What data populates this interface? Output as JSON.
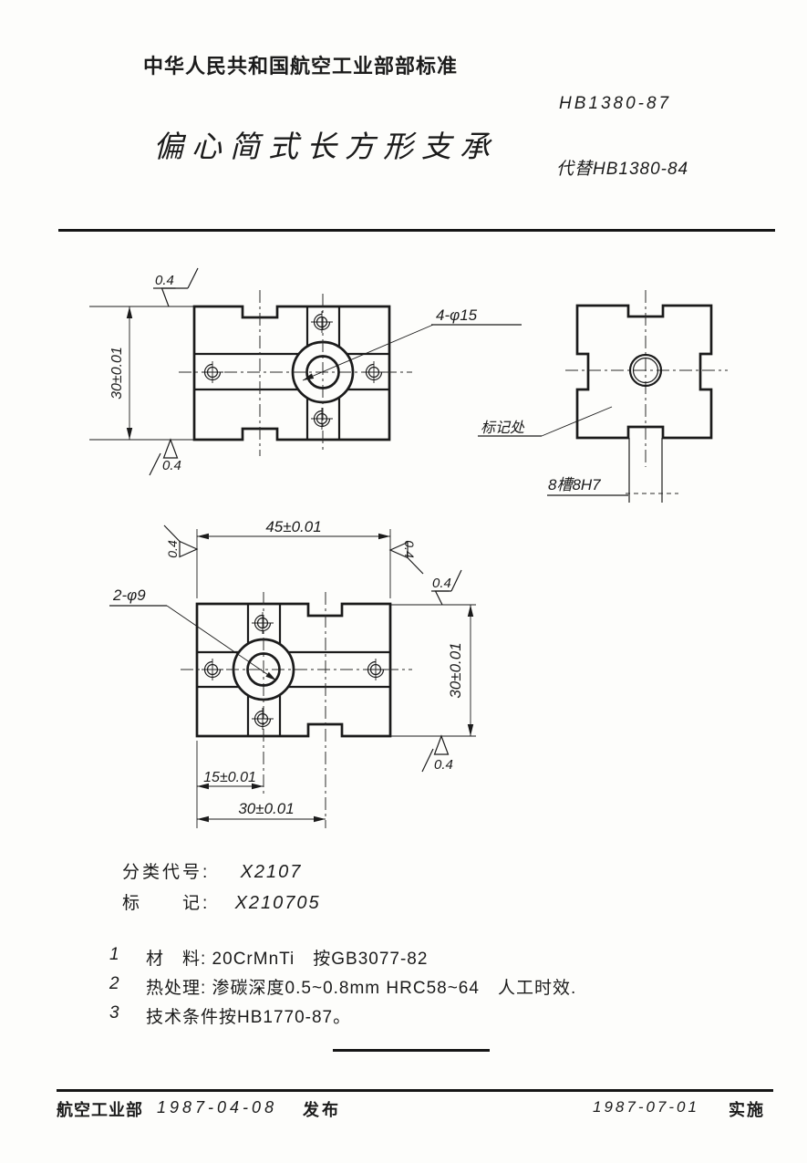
{
  "header": {
    "standard_body": "中华人民共和国航空工业部部标准",
    "std_no": "HB1380-87",
    "title": "偏心简式长方形支承",
    "replaces": "代替HB1380-84"
  },
  "views": {
    "front": {
      "height_dim": "30±0.01",
      "hole_label": "4-φ15",
      "finish": "0.4"
    },
    "side": {
      "slot_dim": "8槽8H7",
      "mark_label": "标记处"
    },
    "top": {
      "width_dim": "45±0.01",
      "height_dim": "30±0.01",
      "hole_offset_dim": "15±0.01",
      "slot_offset_dim": "30±0.01",
      "hole_label": "2-φ9",
      "finish": "0.4"
    }
  },
  "classification": {
    "label": "分类代号:",
    "value": "X2107"
  },
  "marking": {
    "label": "标　　记:",
    "value": "X210705"
  },
  "notes": [
    {
      "no": "1",
      "text": "材　料: 20CrMnTi　按GB3077-82"
    },
    {
      "no": "2",
      "text": "热处理: 渗碳深度0.5~0.8mm HRC58~64　人工时效."
    },
    {
      "no": "3",
      "text": "技术条件按HB1770-87。"
    }
  ],
  "footer": {
    "org": "航空工业部",
    "issue_date": "1987-04-08",
    "issue_label": "发布",
    "impl_date": "1987-07-01",
    "impl_label": "实施"
  }
}
